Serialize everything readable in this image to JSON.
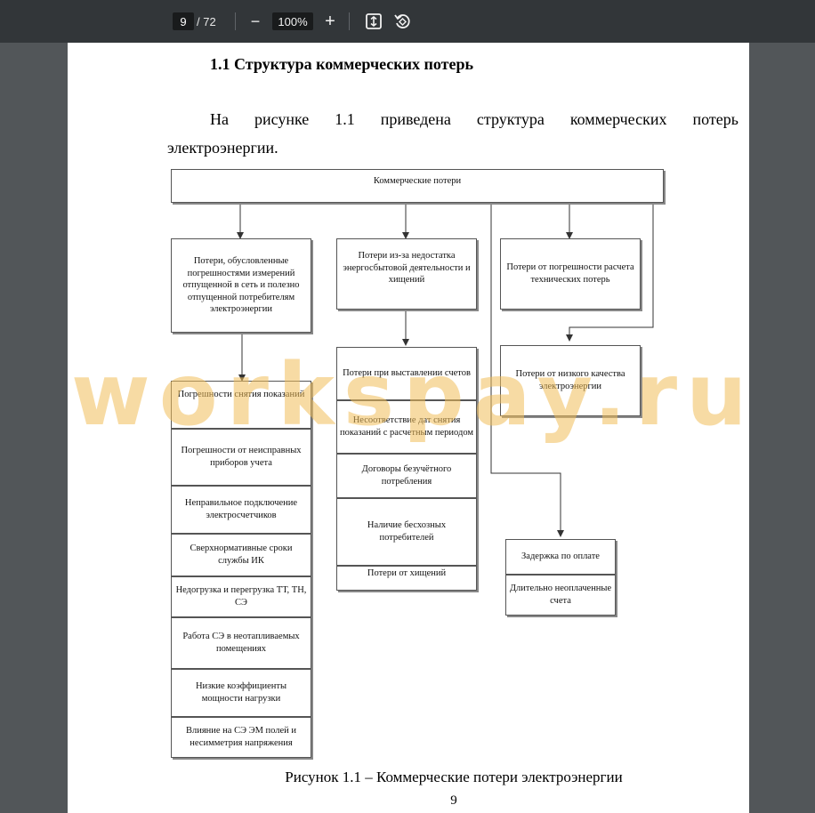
{
  "toolbar": {
    "page_current": "9",
    "page_total": "/ 72",
    "zoom": "100%",
    "zoom_out_label": "−",
    "zoom_in_label": "+"
  },
  "document": {
    "heading": "1.1 Структура коммерческих потерь",
    "para_line1": [
      "На",
      "рисунке",
      "1.1",
      "приведена",
      "структура",
      "коммерческих",
      "потерь"
    ],
    "para_line2": "электроэнергии.",
    "caption": "Рисунок 1.1 – Коммерческие потери электроэнергии",
    "page_number": "9",
    "watermark": "workspay.ru"
  },
  "diagram": {
    "root": "Коммерческие потери",
    "col1_header": "Потери, обусловленные погрешностями измерений отпущенной в сеть и полезно отпущенной потребителям электроэнергии",
    "col1_items": [
      "Погрешности снятия показаний",
      "Погрешности от неисправных приборов учета",
      "Неправильное подключение электросчетчиков",
      "Сверхнормативные сроки службы ИК",
      "Недогрузка и перегрузка ТТ, ТН, СЭ",
      "Работа СЭ в  неотапливаемых помещениях",
      "Низкие коэффициенты мощности нагрузки",
      "Влияние на СЭ ЭМ полей и несимметрия напряжения"
    ],
    "col2_header": "Потери из-за недостатка энергосбытовой деятельности и хищений",
    "col2_items": [
      "Потери при выставлении счетов",
      "Несоответствие дат снятия показаний с расчетным периодом",
      "Договоры безучётного потребления",
      "Наличие бесхозных потребителей",
      "Потери от хищений"
    ],
    "col3_box1": "Потери от погрешности расчета технических потерь",
    "col3_box2": "Потери от низкого качества электроэнергии",
    "col4_items": [
      "Задержка по оплате",
      "Длительно неоплаченные счета"
    ]
  }
}
